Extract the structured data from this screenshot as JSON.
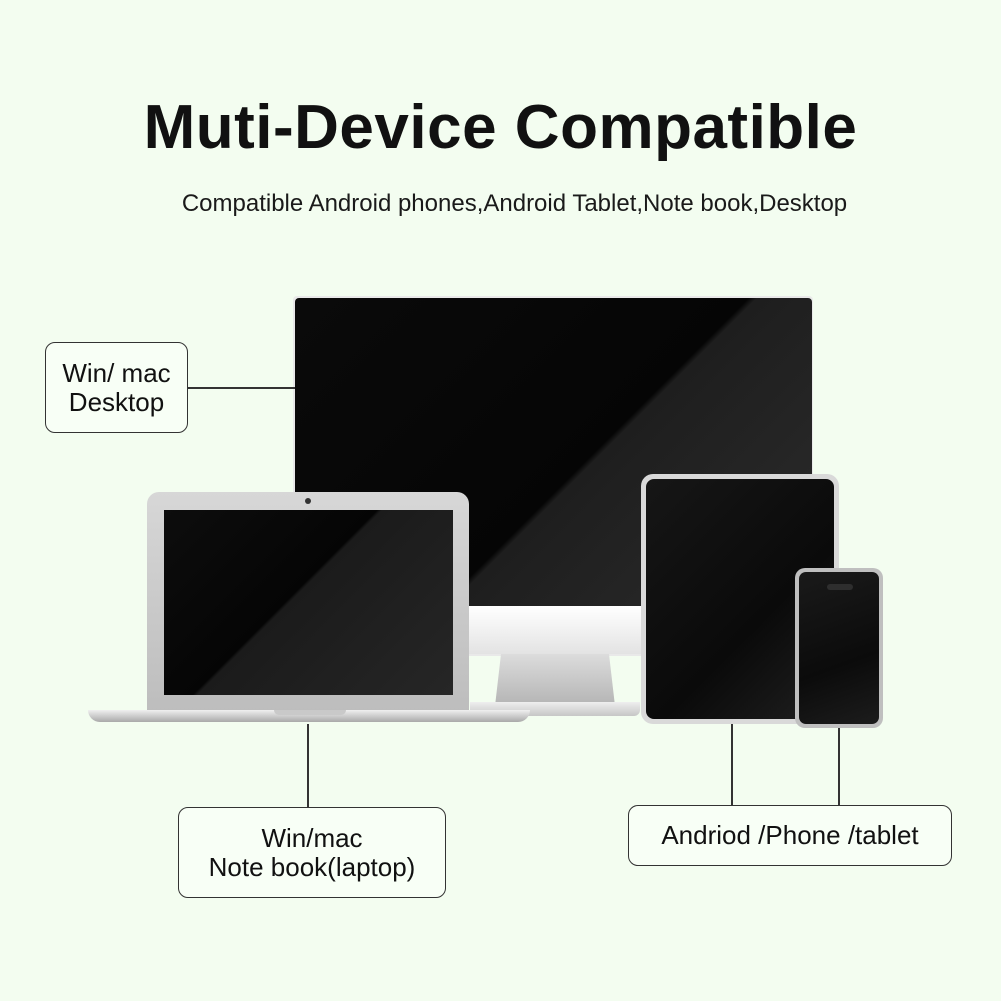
{
  "header": {
    "title": "Muti-Device Compatible",
    "subtitle": "Compatible Android phones,Android Tablet,Note book,Desktop"
  },
  "labels": {
    "desktop": {
      "line1": "Win/ mac",
      "line2": "Desktop"
    },
    "laptop": {
      "line1": "Win/mac",
      "line2": "Note book(laptop)"
    },
    "mobile": {
      "line1": "Andriod /Phone /tablet"
    }
  },
  "colors": {
    "background": "#f3fdf0",
    "text": "#111111",
    "screen": "#050505",
    "bezel": "#e9e9e9"
  }
}
